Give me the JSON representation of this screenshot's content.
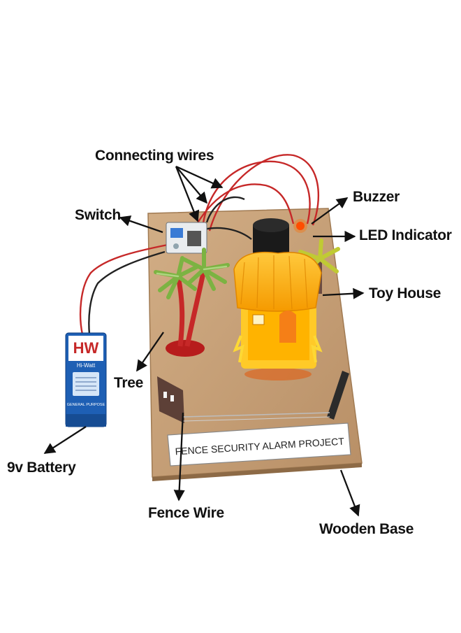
{
  "labels": {
    "connecting_wires": "Connecting wires",
    "switch": "Switch",
    "buzzer": "Buzzer",
    "led_indicator": "LED Indicator",
    "toy_house": "Toy House",
    "tree": "Tree",
    "battery": "9v Battery",
    "fence_wire": "Fence Wire",
    "wooden_base": "Wooden Base"
  },
  "plaque": {
    "title": "FENCE SECURITY ALARM PROJECT"
  },
  "battery": {
    "brand": "HW",
    "brand_sub": "Hi-Watt",
    "type": "GENERAL PURPOSE"
  },
  "colors": {
    "wood": "#c9a47c",
    "wire_red": "#c62828",
    "house": "#ffb300",
    "tree_leaf": "#7cb342",
    "battery_blue": "#1e5fb4"
  }
}
